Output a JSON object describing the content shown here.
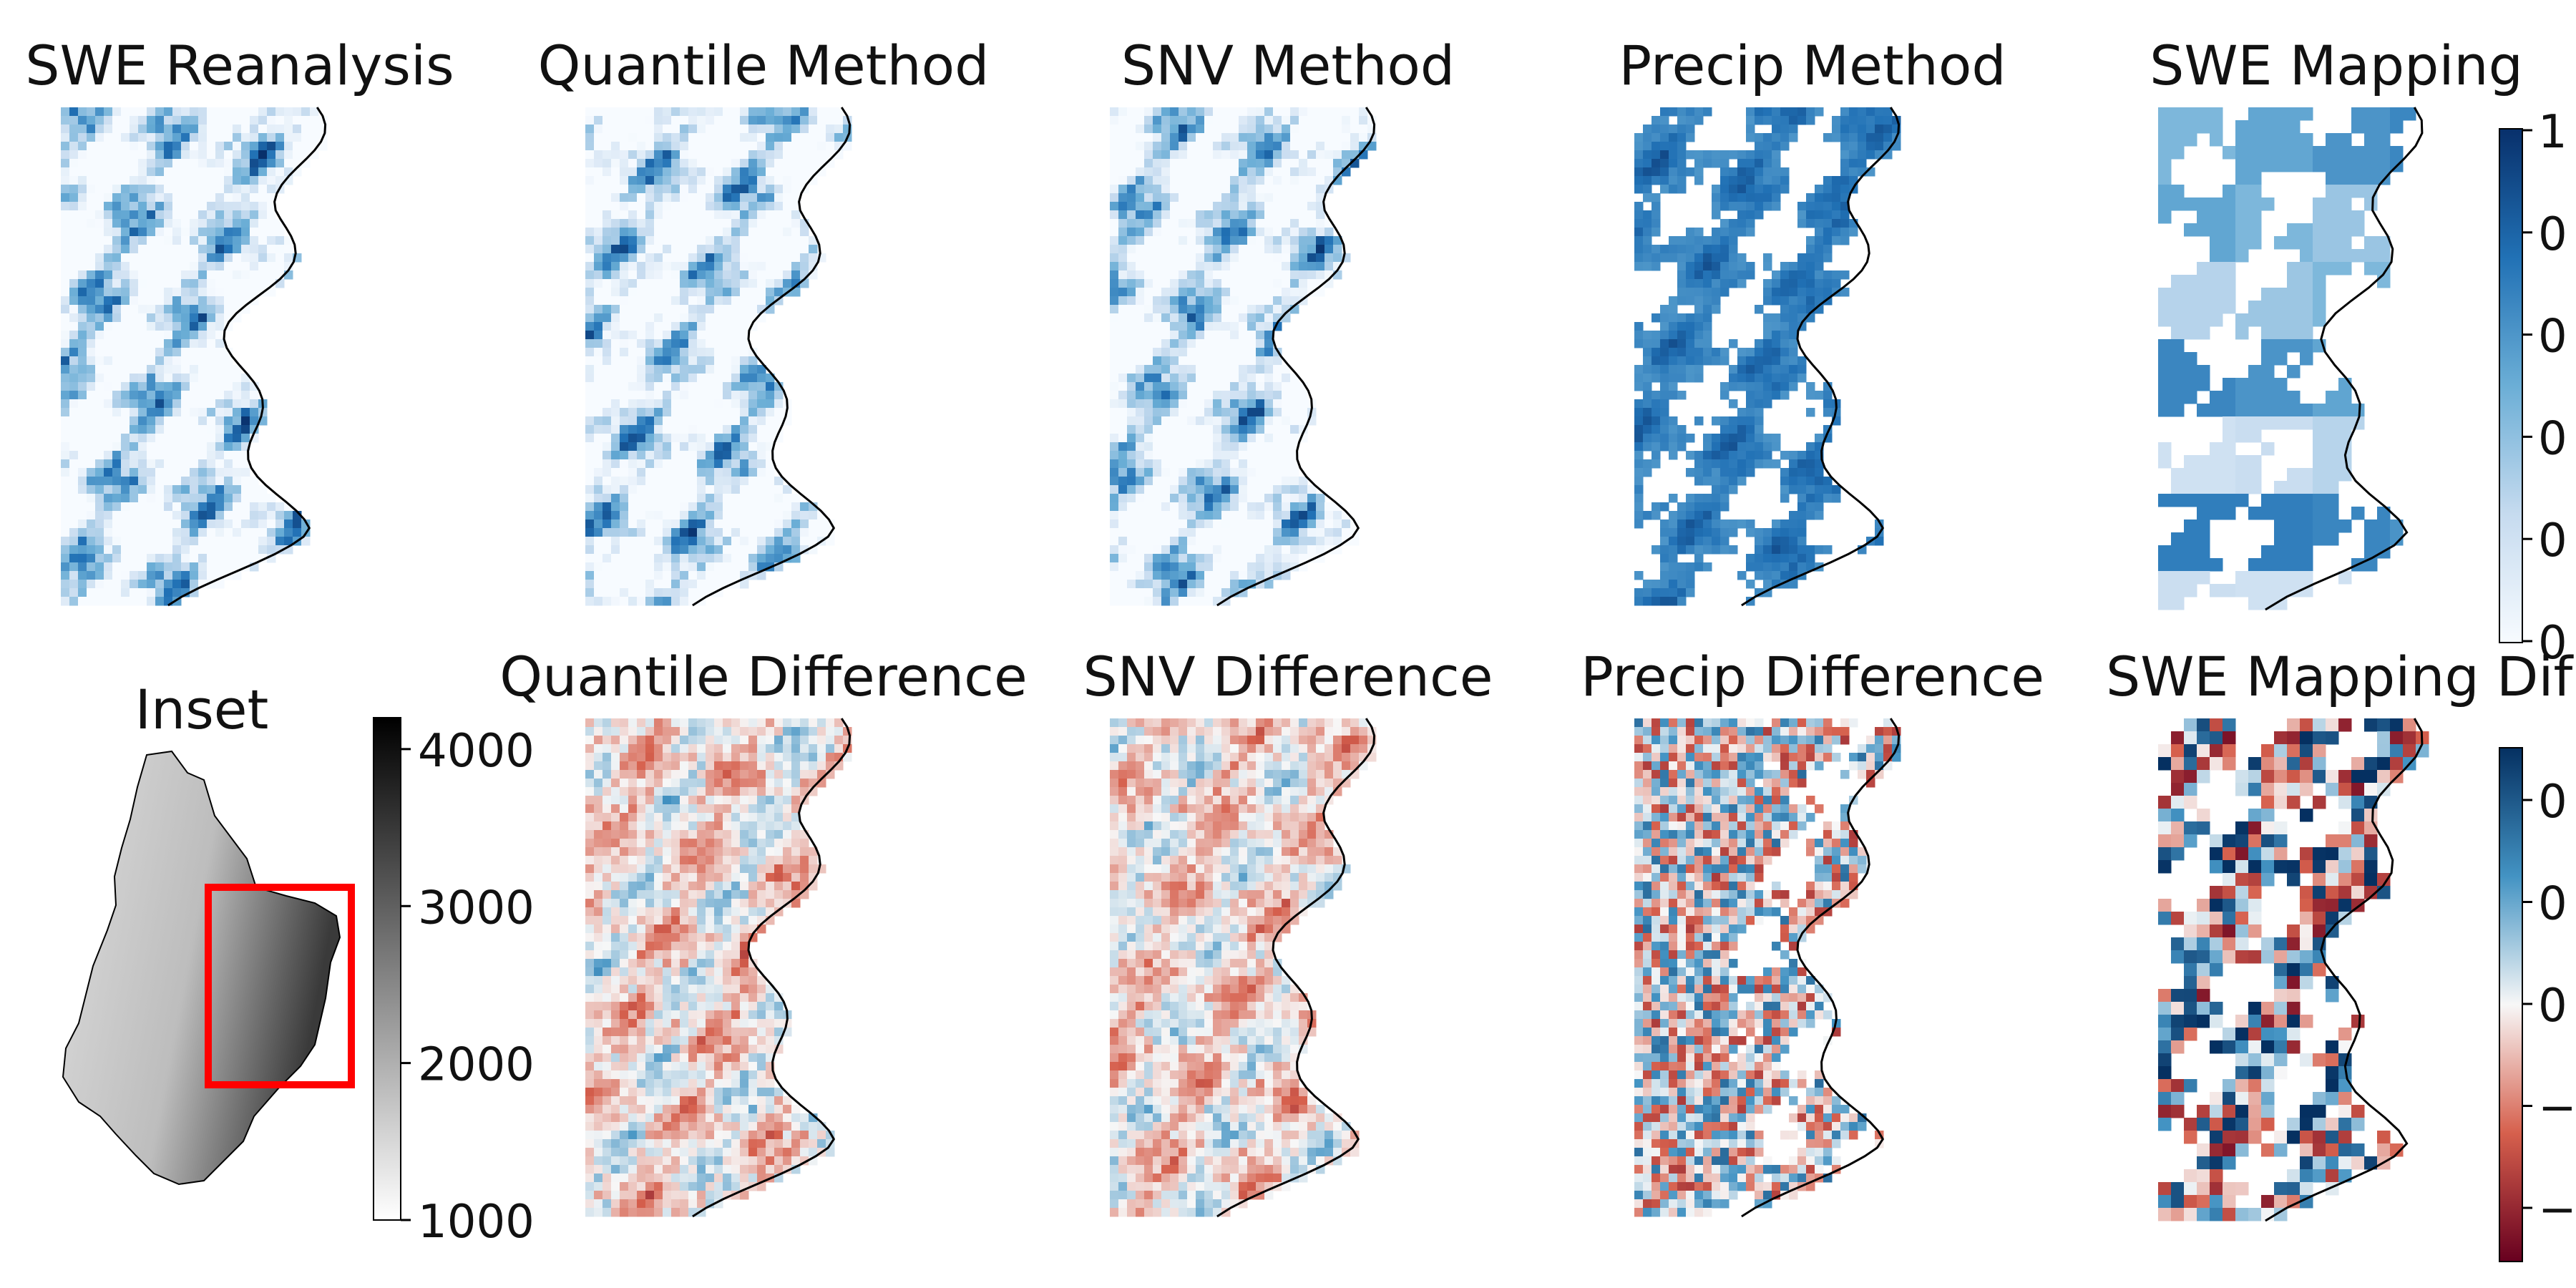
{
  "panels_top": [
    {
      "title": "SWE Reanalysis",
      "style": "smooth"
    },
    {
      "title": "Quantile Method",
      "style": "smooth"
    },
    {
      "title": "SNV Method",
      "style": "smooth"
    },
    {
      "title": "Precip Method",
      "style": "saturated"
    },
    {
      "title": "SWE Mapping",
      "style": "voronoi"
    }
  ],
  "panels_bottom": [
    {
      "title": "Inset",
      "style": "inset"
    },
    {
      "title": "Quantile Difference",
      "style": "diff-soft"
    },
    {
      "title": "SNV Difference",
      "style": "diff-soft"
    },
    {
      "title": "Precip Difference",
      "style": "diff-strong"
    },
    {
      "title": "SWE Mapping Dif",
      "style": "diff-blocky"
    }
  ],
  "colorbar_top": {
    "colormap": "Blues",
    "tick_labels": [
      "1",
      "0",
      "0",
      "0",
      "0",
      "0"
    ]
  },
  "colorbar_bottom": {
    "colormap": "RdBu",
    "tick_labels": [
      "0",
      "0",
      "0",
      "−",
      "−"
    ]
  },
  "colorbar_inset": {
    "colormap": "Greys",
    "tick_labels": [
      "4000",
      "3000",
      "2000",
      "1000"
    ],
    "range": [
      1000,
      4200
    ]
  },
  "colors": {
    "highlight_box": "#ff0000",
    "outline": "#000000"
  }
}
